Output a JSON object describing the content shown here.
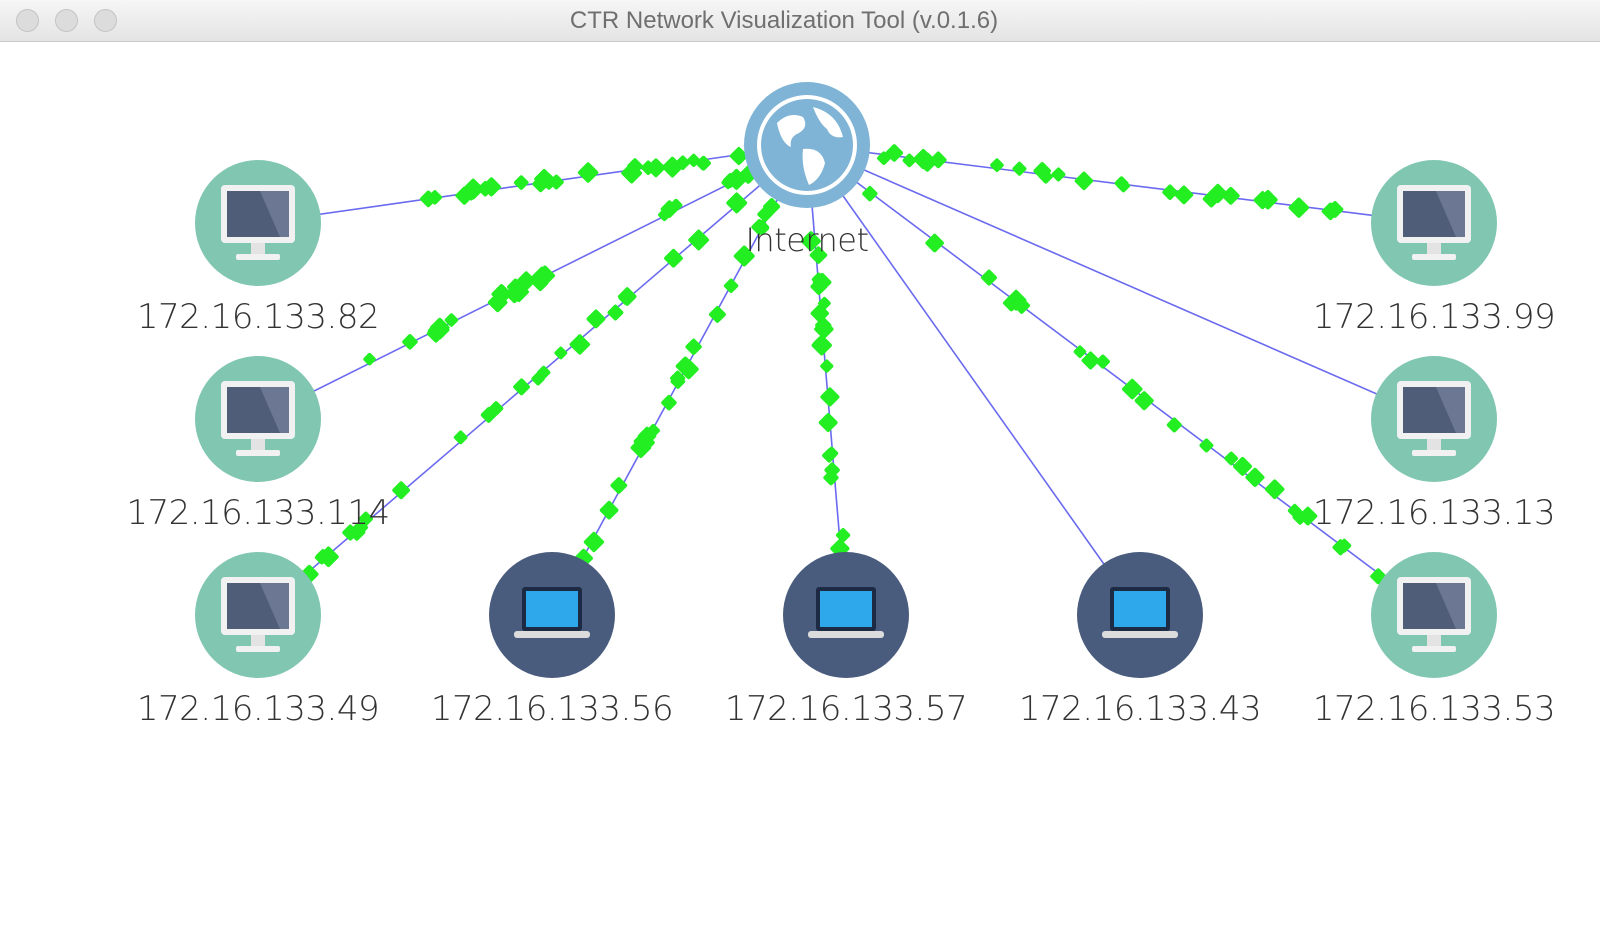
{
  "window": {
    "title": "CTR Network Visualization Tool (v.0.1.6)"
  },
  "colors": {
    "link_line": "#6a6af0",
    "packet": "#22ee22",
    "desktop_circle": "#80c6b0",
    "laptop_circle": "#4a5c7e",
    "internet_ring": "#7fb4d6",
    "monitor_screen": "#4f5d79",
    "laptop_screen": "#2ea8ea"
  },
  "network": {
    "hub": {
      "label": "Internet",
      "icon": "globe-icon"
    },
    "nodes": [
      {
        "id": "n82",
        "label": "172.16.133.82",
        "kind": "desktop",
        "icon": "desktop-monitor-icon"
      },
      {
        "id": "n114",
        "label": "172.16.133.114",
        "kind": "desktop",
        "icon": "desktop-monitor-icon"
      },
      {
        "id": "n49",
        "label": "172.16.133.49",
        "kind": "desktop",
        "icon": "desktop-monitor-icon"
      },
      {
        "id": "n56",
        "label": "172.16.133.56",
        "kind": "laptop",
        "icon": "laptop-icon"
      },
      {
        "id": "n57",
        "label": "172.16.133.57",
        "kind": "laptop",
        "icon": "laptop-icon"
      },
      {
        "id": "n43",
        "label": "172.16.133.43",
        "kind": "laptop",
        "icon": "laptop-icon"
      },
      {
        "id": "n99",
        "label": "172.16.133.99",
        "kind": "desktop",
        "icon": "desktop-monitor-icon"
      },
      {
        "id": "n13",
        "label": "172.16.133.13",
        "kind": "desktop",
        "icon": "desktop-monitor-icon"
      },
      {
        "id": "n53",
        "label": "172.16.133.53",
        "kind": "desktop",
        "icon": "desktop-monitor-icon"
      }
    ]
  }
}
